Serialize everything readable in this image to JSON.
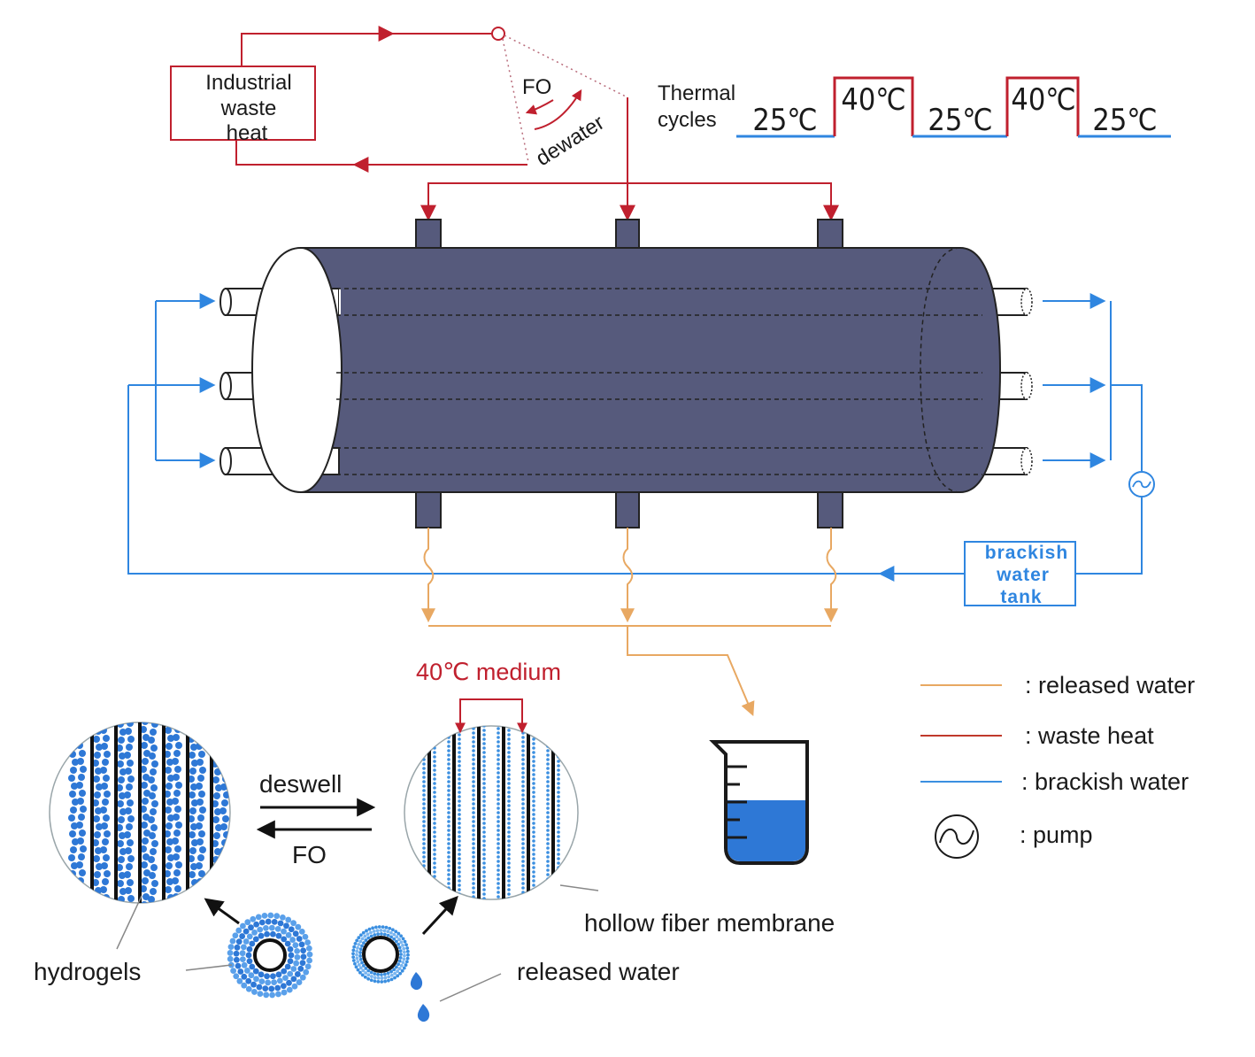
{
  "labels": {
    "heat_source_line1": "Industrial",
    "heat_source_line2": "waste",
    "heat_source_line3": "heat",
    "fo": "FO",
    "dewater": "dewater",
    "thermal_line1": "Thermal",
    "thermal_line2": "cycles",
    "tank_line1": "brackish",
    "tank_line2": "water",
    "tank_line3": "tank",
    "medium": "40℃ medium",
    "deswell": "deswell",
    "fo_reverse": "FO",
    "hollow_fiber": "hollow fiber membrane",
    "hydrogels": "hydrogels",
    "released_water": "released water"
  },
  "thermal_cycle": [
    "25℃",
    "40℃",
    "25℃",
    "40℃",
    "25℃"
  ],
  "legend": [
    {
      "label": ": released water",
      "color": "#e8a862"
    },
    {
      "label": ": waste heat",
      "color": "#c0392b"
    },
    {
      "label": ": brackish water",
      "color": "#3b8fe0"
    },
    {
      "label": ": pump",
      "icon": "pump-icon"
    }
  ],
  "colors": {
    "waste_heat": "#c0202e",
    "brackish": "#2f86e0",
    "released": "#e8a862",
    "module": "#565a7c",
    "hydrogel": "#2e78d6"
  }
}
